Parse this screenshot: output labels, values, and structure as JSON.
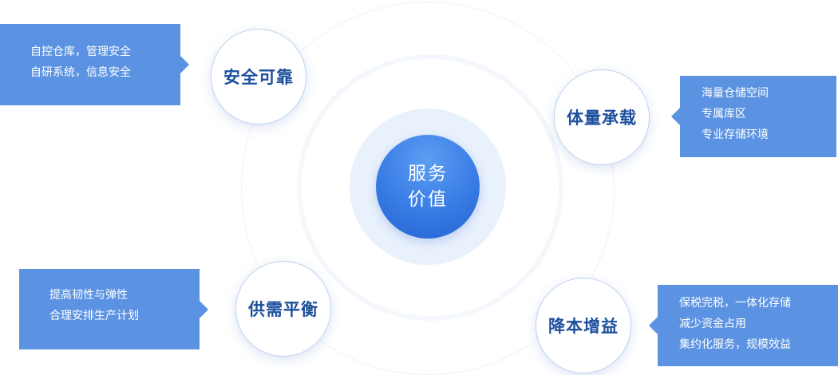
{
  "center": {
    "line1": "服务",
    "line2": "价值"
  },
  "nodes": [
    {
      "label": "安全可靠",
      "lines": [
        "自控仓库，管理安全",
        "自研系统，信息安全"
      ]
    },
    {
      "label": "体量承载",
      "lines": [
        "海量仓储空间",
        "专属库区",
        "专业存储环境"
      ]
    },
    {
      "label": "供需平衡",
      "lines": [
        "提高韧性与弹性",
        "合理安排生产计划"
      ]
    },
    {
      "label": "降本增益",
      "lines": [
        "保税完税，一体化存储",
        "减少资金占用",
        "集约化服务，规模效益"
      ]
    }
  ],
  "colors": {
    "callout": "#5b93e2",
    "node_text": "#1d4f9c",
    "center": "#2f73dd"
  }
}
